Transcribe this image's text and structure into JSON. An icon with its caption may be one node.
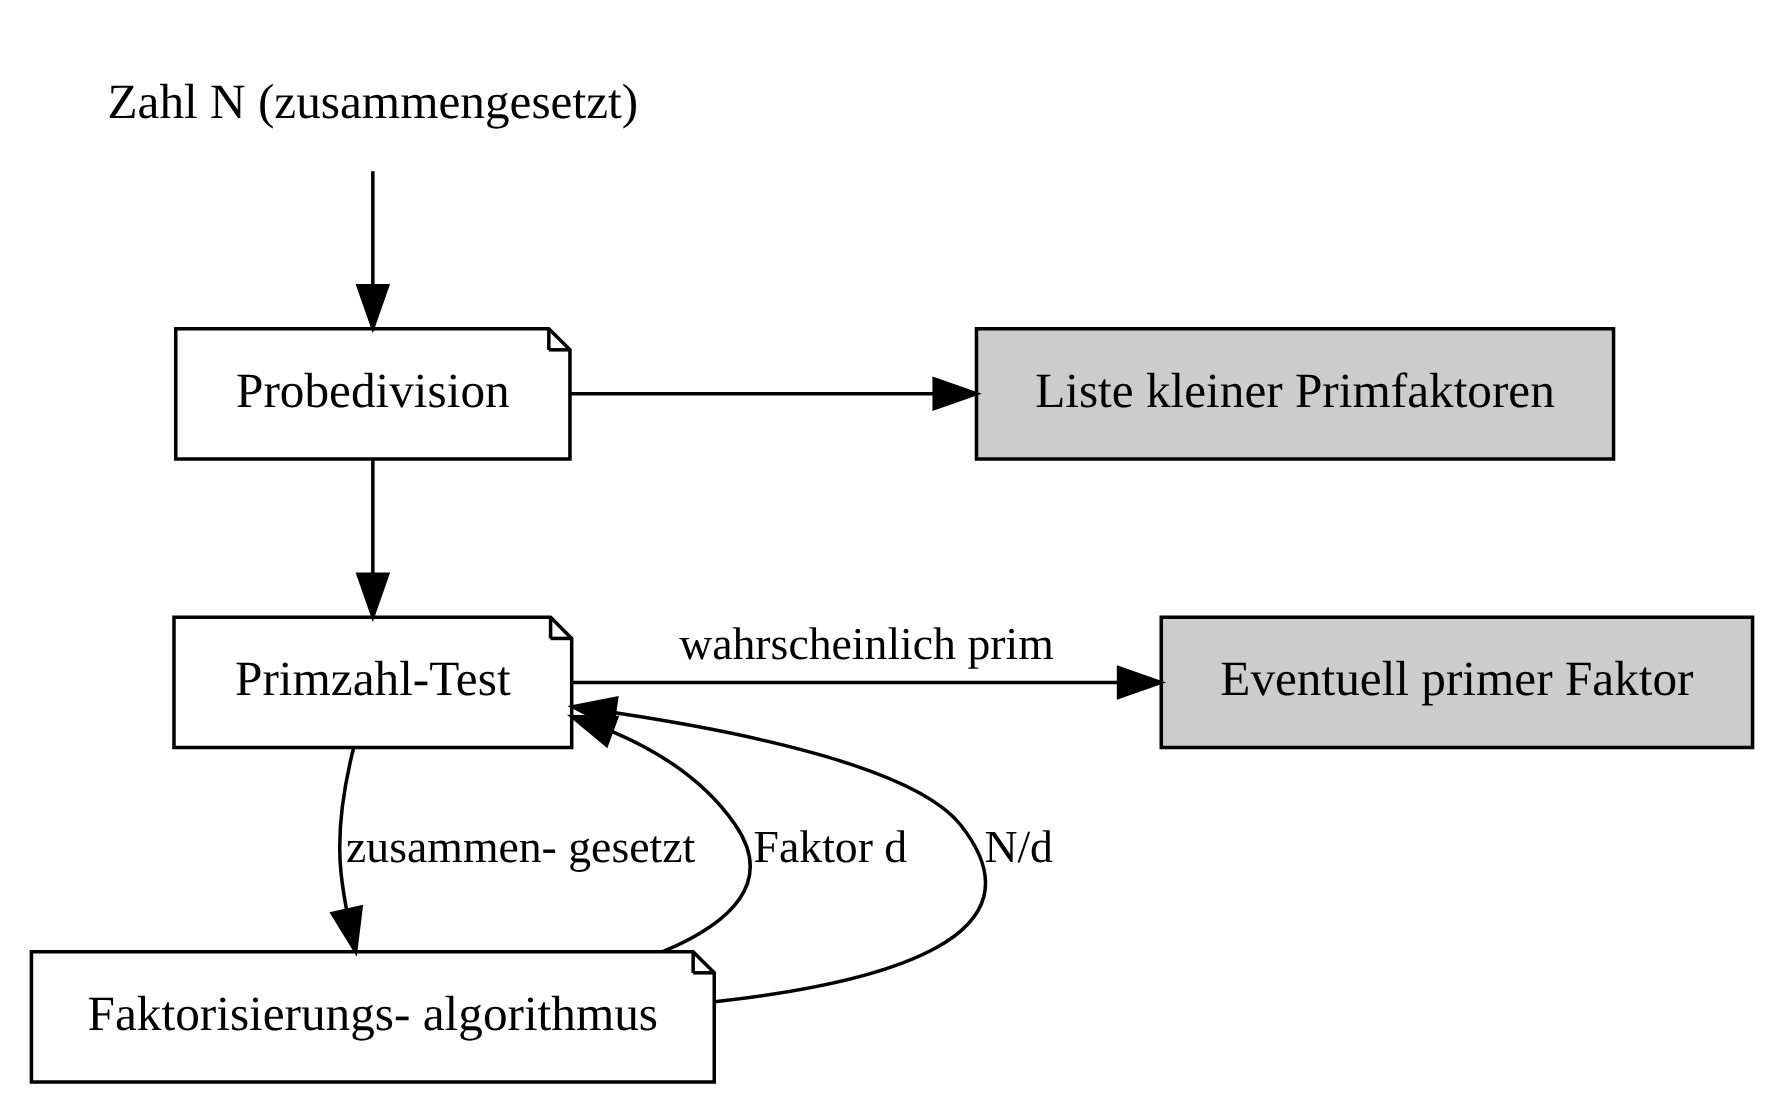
{
  "diagram": {
    "nodes": [
      {
        "text": [
          "Zahl N (zusammengesetzt)"
        ]
      },
      {
        "text": [
          "Probedivision"
        ]
      },
      {
        "text": [
          "Liste kleiner Primfaktoren"
        ]
      },
      {
        "text": [
          "Primzahl-Test"
        ]
      },
      {
        "text": [
          "Eventuell primer Faktor"
        ]
      },
      {
        "text": [
          "Faktorisierungs- algorithmus"
        ]
      }
    ],
    "edges": [
      {
        "from": 0,
        "to": 1,
        "arrow": "to"
      },
      {
        "from": 1,
        "to": 2,
        "arrow": "to"
      },
      {
        "from": 1,
        "to": 3,
        "arrow": "to"
      },
      {
        "from": 3,
        "to": 4,
        "arrow": "to",
        "label": "wahrscheinlich prim"
      },
      {
        "from": 3,
        "to": 5,
        "arrow": "to",
        "label": "zusammen- gesetzt"
      },
      {
        "from": 5,
        "to": 3,
        "arrow": "to",
        "label": "Faktor d"
      },
      {
        "from": 5,
        "to": 3,
        "arrow": "to",
        "label": "N/d"
      }
    ]
  }
}
